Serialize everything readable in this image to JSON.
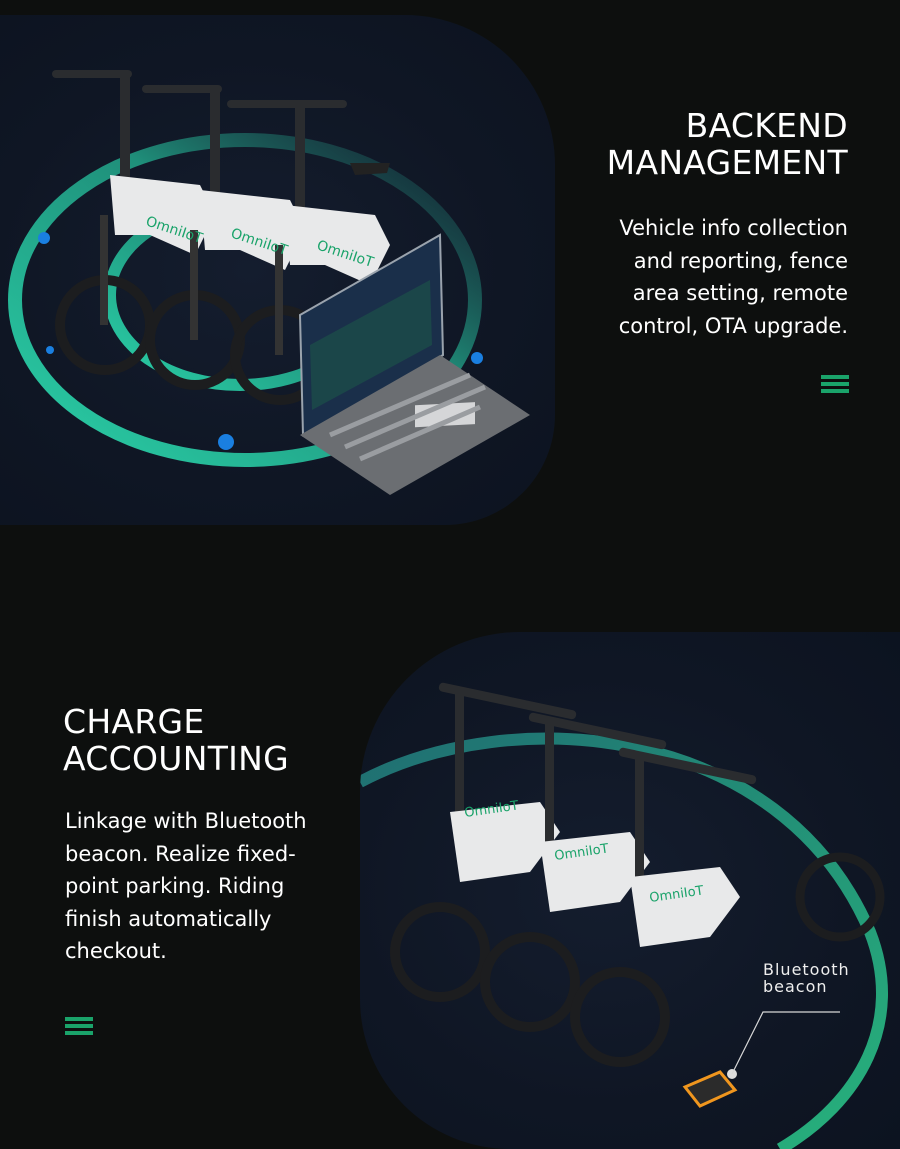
{
  "sections": [
    {
      "id": "backend",
      "heading_line1": "BACKEND",
      "heading_line2": "MANAGEMENT",
      "body_lines": [
        "Vehicle info collection",
        "and reporting, fence",
        "area setting, remote",
        "control, OTA upgrade."
      ],
      "menu_icon": "hamburger-menu-icon",
      "illustration": "three OmniIoT e-bikes with laptop dashboard on green ring"
    },
    {
      "id": "charge",
      "heading_line1": "CHARGE",
      "heading_line2": "ACCOUNTING",
      "body_lines": [
        "Linkage with Bluetooth",
        "beacon. Realize fixed-",
        "point parking. Riding",
        "finish automatically",
        "checkout."
      ],
      "menu_icon": "hamburger-menu-icon",
      "illustration": "three OmniIoT e-bikes with Bluetooth beacon",
      "callout_line1": "Bluetooth",
      "callout_line2": "beacon"
    }
  ],
  "brand_logo_text": "OmniIoT",
  "colors": {
    "page_bg": "#0d0f0e",
    "panel_bg": "#0f1624",
    "accent_green": "#1aa36a",
    "ring_teal": "#2ad1a8",
    "dot_blue": "#1a7fe0",
    "text": "#ffffff"
  }
}
